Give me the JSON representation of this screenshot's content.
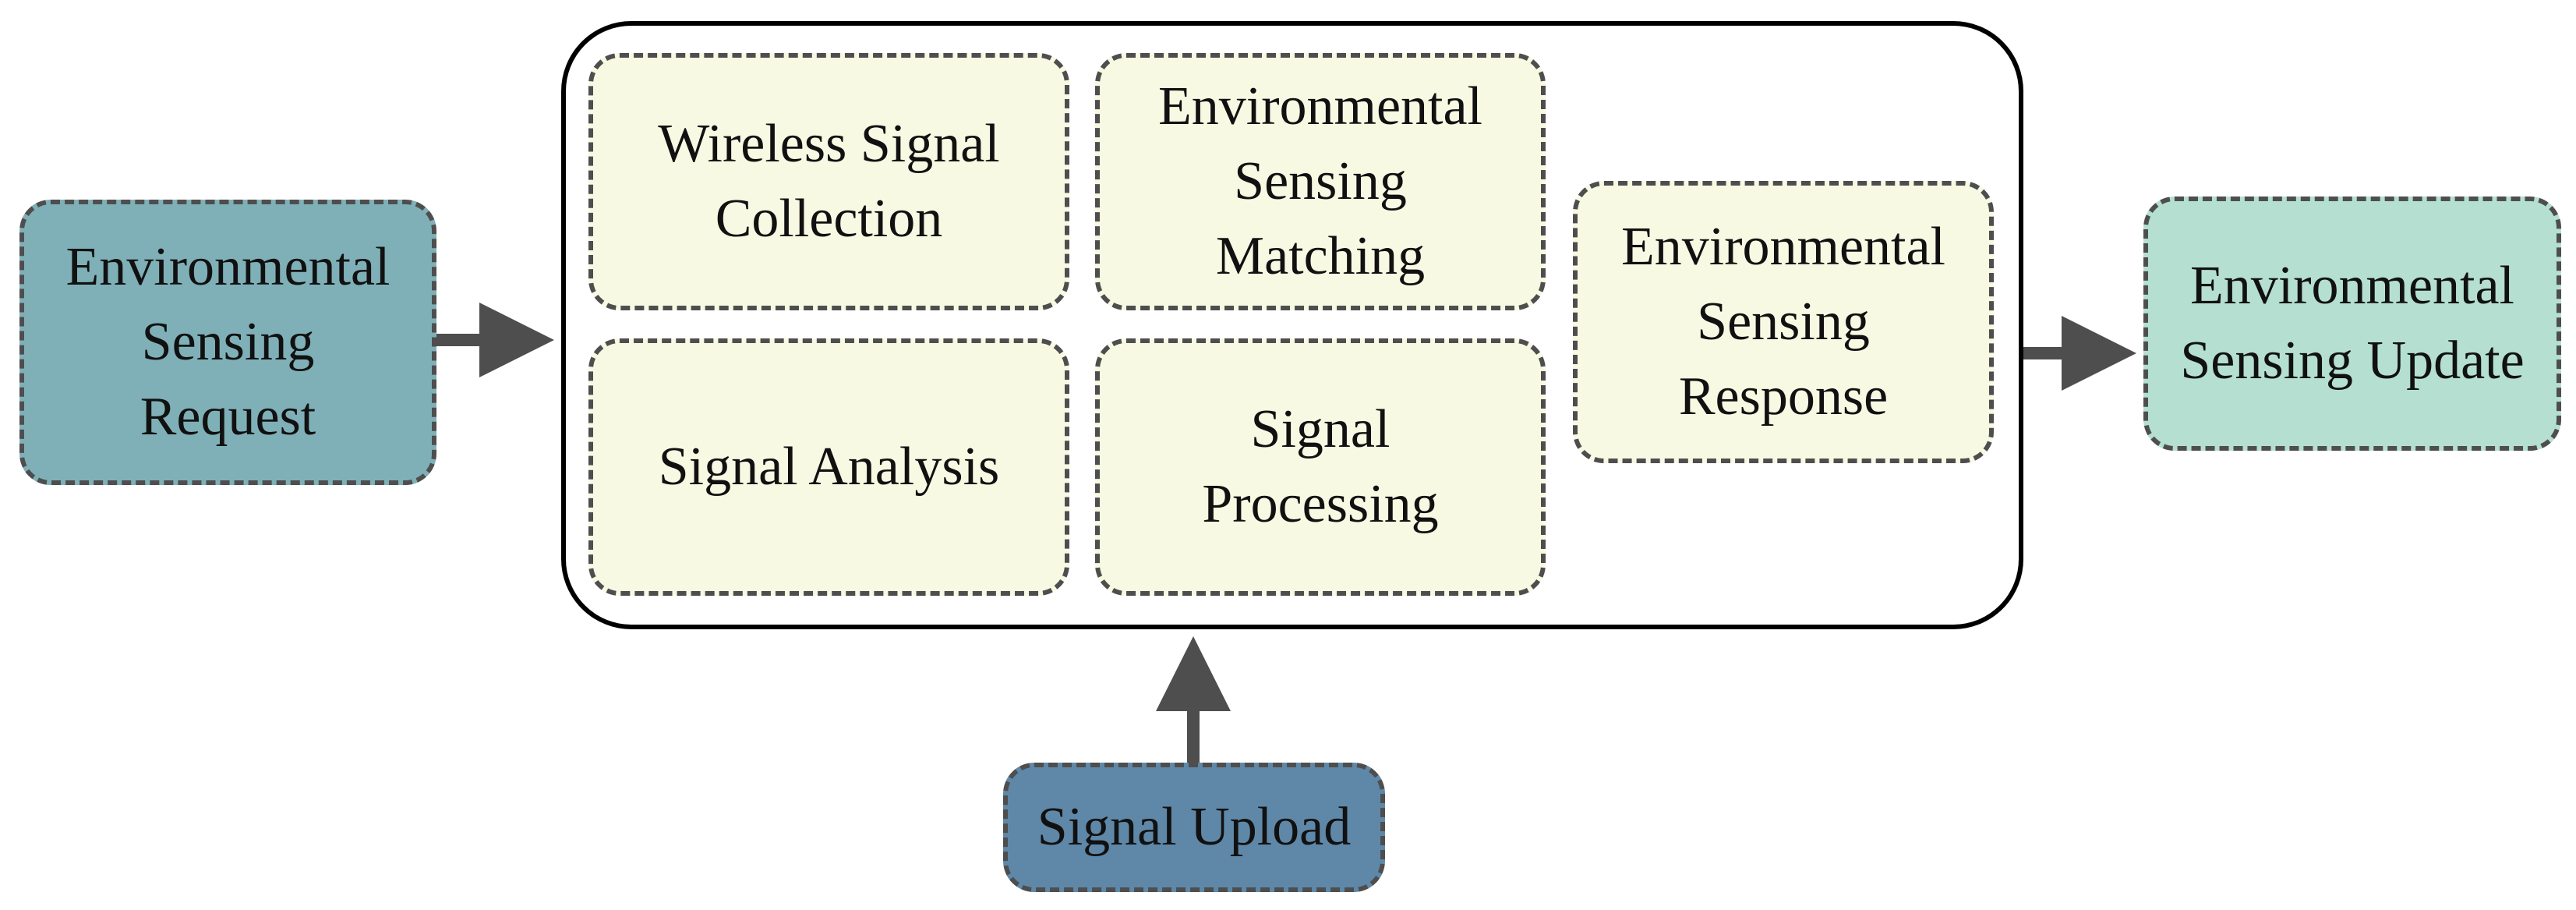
{
  "diagram": {
    "nodes": {
      "request": {
        "lines": [
          "Environmental",
          "Sensing",
          "Request"
        ],
        "fill": "#7fb0b7"
      },
      "wireless": {
        "lines": [
          "Wireless Signal",
          "Collection"
        ],
        "fill": "#f8f9e3"
      },
      "matching": {
        "lines": [
          "Environmental",
          "Sensing",
          "Matching"
        ],
        "fill": "#f8f9e3"
      },
      "analysis": {
        "lines": [
          "Signal Analysis"
        ],
        "fill": "#f8f9e3"
      },
      "processing": {
        "lines": [
          "Signal",
          "Processing"
        ],
        "fill": "#f8f9e3"
      },
      "response": {
        "lines": [
          "Environmental",
          "Sensing",
          "Response"
        ],
        "fill": "#f8f9e3"
      },
      "update": {
        "lines": [
          "Environmental",
          "Sensing Update"
        ],
        "fill": "#b4dfd1"
      },
      "upload": {
        "lines": [
          "Signal Upload"
        ],
        "fill": "#5f88a8"
      }
    },
    "edges": [
      {
        "from": "request",
        "to": "main-box"
      },
      {
        "from": "main-box",
        "to": "update"
      },
      {
        "from": "upload",
        "to": "main-box"
      }
    ],
    "colors": {
      "arrow": "#4e4e4e",
      "dashed_border": "#4e4e4e",
      "container_border": "#000000"
    }
  }
}
